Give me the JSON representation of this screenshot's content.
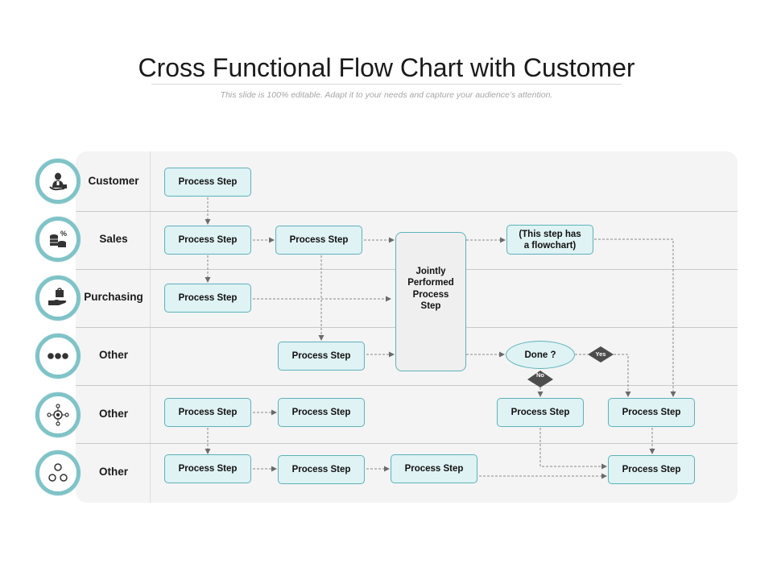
{
  "title": "Cross Functional Flow Chart with Customer",
  "subtitle": "This slide is 100% editable. Adapt it to your needs and capture your audience’s attention.",
  "lanes": [
    {
      "label": "Customer",
      "icon": "customer-icon"
    },
    {
      "label": "Sales",
      "icon": "coins-percent-icon"
    },
    {
      "label": "Purchasing",
      "icon": "hand-bag-icon"
    },
    {
      "label": "Other",
      "icon": "three-dots-icon"
    },
    {
      "label": "Other",
      "icon": "network-target-icon"
    },
    {
      "label": "Other",
      "icon": "three-circles-icon"
    }
  ],
  "nodes": {
    "customer_step": "Process Step",
    "sales_step_1": "Process Step",
    "sales_step_2": "Process Step",
    "flowchart_step": "(This step has a flowchart)",
    "purchasing_step": "Process Step",
    "jointly": "Jointly Performed Process Step",
    "other1_step": "Process Step",
    "decision": "Done ?",
    "other2_step_1": "Process Step",
    "other2_step_2": "Process Step",
    "other2_step_3": "Process Step",
    "other2_step_4": "Process Step",
    "other3_step_1": "Process Step",
    "other3_step_2": "Process Step",
    "other3_step_3": "Process Step",
    "other3_step_4": "Process Step"
  },
  "branches": {
    "yes": "Yes",
    "no": "No"
  },
  "colors": {
    "box_fill": "#dff2f4",
    "box_border": "#5bb3ba",
    "icon_ring": "#7fc3c7",
    "diamond": "#4d4d4d",
    "panel": "#f4f4f4"
  }
}
